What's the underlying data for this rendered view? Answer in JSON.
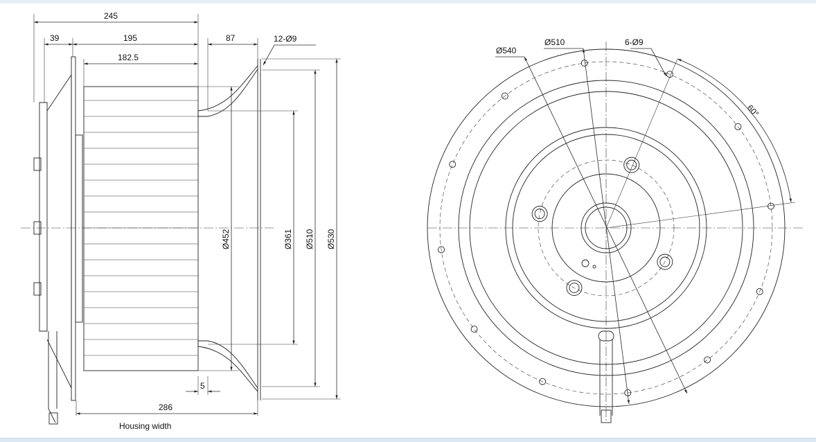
{
  "side_view": {
    "dim_overall_depth": "245",
    "dim_motor_offset": "39",
    "dim_impeller_depth": "195",
    "dim_blade_length": "182.5",
    "dim_inlet_depth": "87",
    "dim_flange_holes": "12-Ø9",
    "dim_inner_ring": "Ø452",
    "dim_inlet_bore": "Ø361",
    "dim_bolt_circle": "Ø510",
    "dim_flange_outer": "Ø530",
    "dim_gap": "5",
    "dim_housing_width_value": "286",
    "housing_width_label": "Housing width"
  },
  "front_view": {
    "dim_outer_diameter": "Ø540",
    "dim_bolt_circle": "Ø510",
    "dim_mount_holes": "6-Ø9",
    "dim_angle": "60°"
  },
  "colors": {
    "line": "#2a2a2a",
    "band_top": "#e6eff7",
    "band_bottom": "#dce8f3"
  }
}
